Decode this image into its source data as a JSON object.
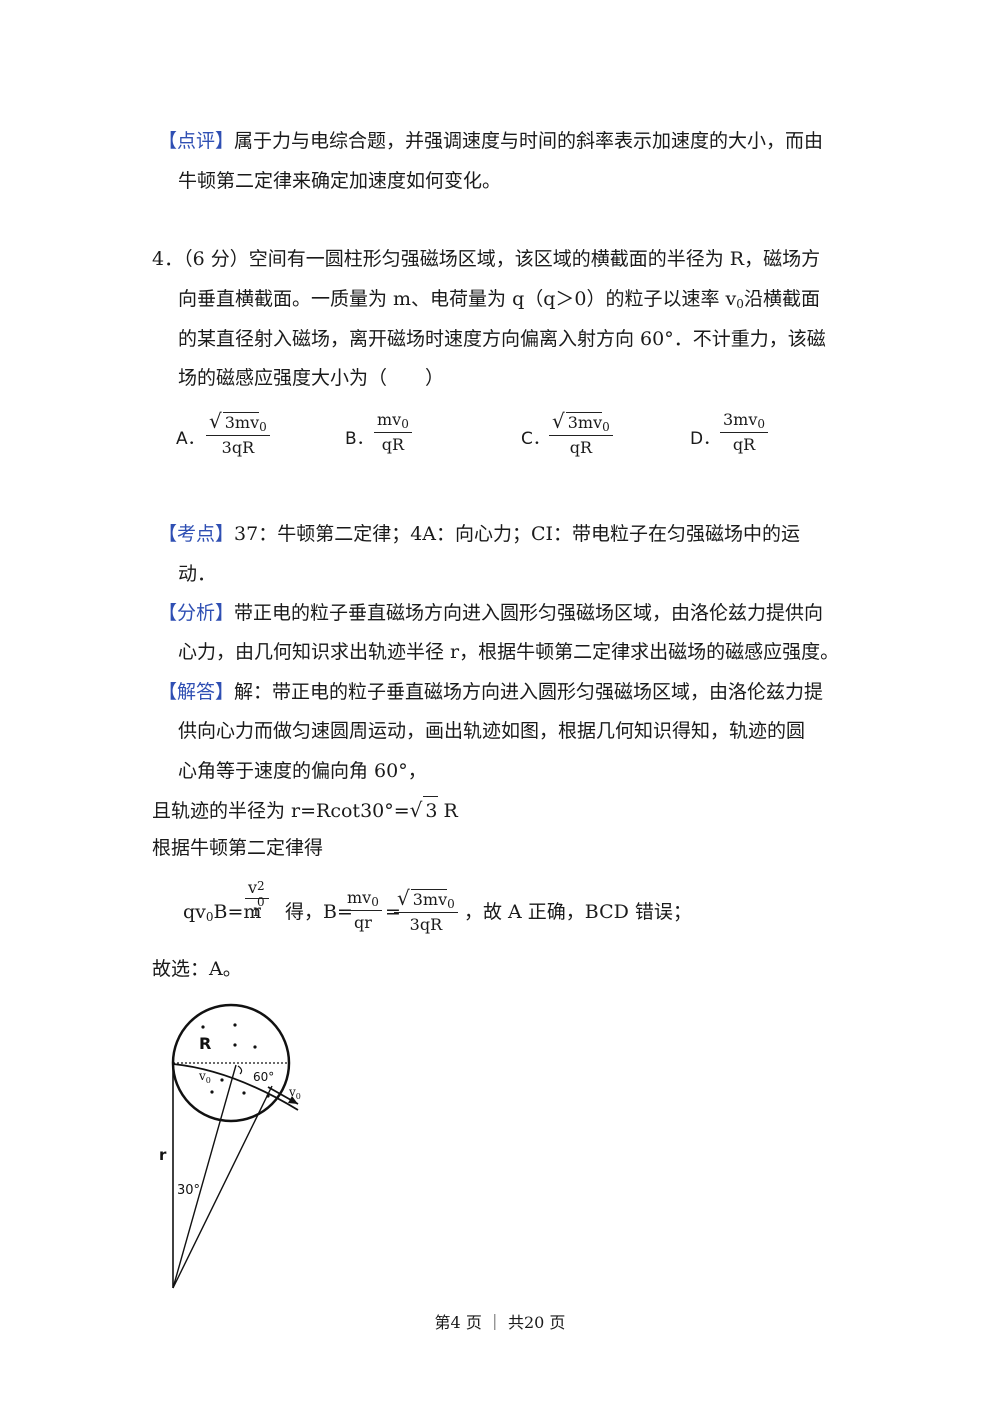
{
  "review": {
    "tag": "【点评】",
    "line1": "属于力与电综合题，并强调速度与时间的斜率表示加速度的大小，而由",
    "line2": "牛顿第二定律来确定加速度如何变化。"
  },
  "question": {
    "line1": "4．（6 分）空间有一圆柱形匀强磁场区域，该区域的横截面的半径为 R，磁场方",
    "line2a": "向垂直横截面。一质量为 m、电荷量为 q（q＞0）的粒子以速率 v",
    "line2sub": "0",
    "line2b": "沿横截面",
    "line3": "的某直径射入磁场，离开磁场时速度方向偏离入射方向 60°．不计重力，该磁",
    "line4": "场的磁感应强度大小为（　　）",
    "options": [
      {
        "label": "A．",
        "num": "3mv",
        "num_sub": "0",
        "den": "3qR",
        "has_sqrt": true
      },
      {
        "label": "B．",
        "num": "mv",
        "num_sub": "0",
        "den": "qR",
        "has_sqrt": false
      },
      {
        "label": "C．",
        "num": "3mv",
        "num_sub": "0",
        "den": "qR",
        "has_sqrt": true
      },
      {
        "label": "D．",
        "num": "3mv",
        "num_sub": "0",
        "den": "qR",
        "has_sqrt": false
      }
    ]
  },
  "kaodian": {
    "tag": "【考点】",
    "line1": "37：牛顿第二定律；4A：向心力；CI：带电粒子在匀强磁场中的运",
    "line2": "动．"
  },
  "fenxi": {
    "tag": "【分析】",
    "line1": "带正电的粒子垂直磁场方向进入圆形匀强磁场区域，由洛伦兹力提供向",
    "line2": "心力，由几何知识求出轨迹半径 r，根据牛顿第二定律求出磁场的磁感应强度。"
  },
  "jieda": {
    "tag": "【解答】",
    "line1": "解：带正电的粒子垂直磁场方向进入圆形匀强磁场区域，由洛伦兹力提",
    "line2": "供向心力而做匀速圆周运动，画出轨迹如图，根据几何知识得知，轨迹的圆",
    "line3": "心角等于速度的偏向角 60°，",
    "line4a": "且轨迹的半径为  r=Rcot30°=",
    "line4b": "3",
    "line4c": " R",
    "line5": "根据牛顿第二定律得",
    "eq_pre": "qv",
    "eq_pre_sub": "0",
    "eq_pre2": "B=m",
    "eq_f1_num": "v",
    "eq_f1_sup": "2",
    "eq_f1_sub": "0",
    "eq_f1_den": "r",
    "eq_mid": "得，B=",
    "eq_f2_num": "mv",
    "eq_f2_sub": "0",
    "eq_f2_den": "qr",
    "eq_eq": "=",
    "eq_f3_num": "3mv",
    "eq_f3_sub": "0",
    "eq_f3_den": "3qR",
    "eq_tail": "，故 A 正确，BCD 错误；",
    "choice": "故选：A。"
  },
  "figure": {
    "label_R": "R",
    "label_v0_left": "v",
    "label_v0_left_sub": "0",
    "label_60": "60°",
    "label_v0_right": "v",
    "label_v0_right_sub": "0",
    "label_r": "r",
    "label_30": "30°"
  },
  "footer": {
    "text": "第4 页  ｜  共20 页"
  }
}
